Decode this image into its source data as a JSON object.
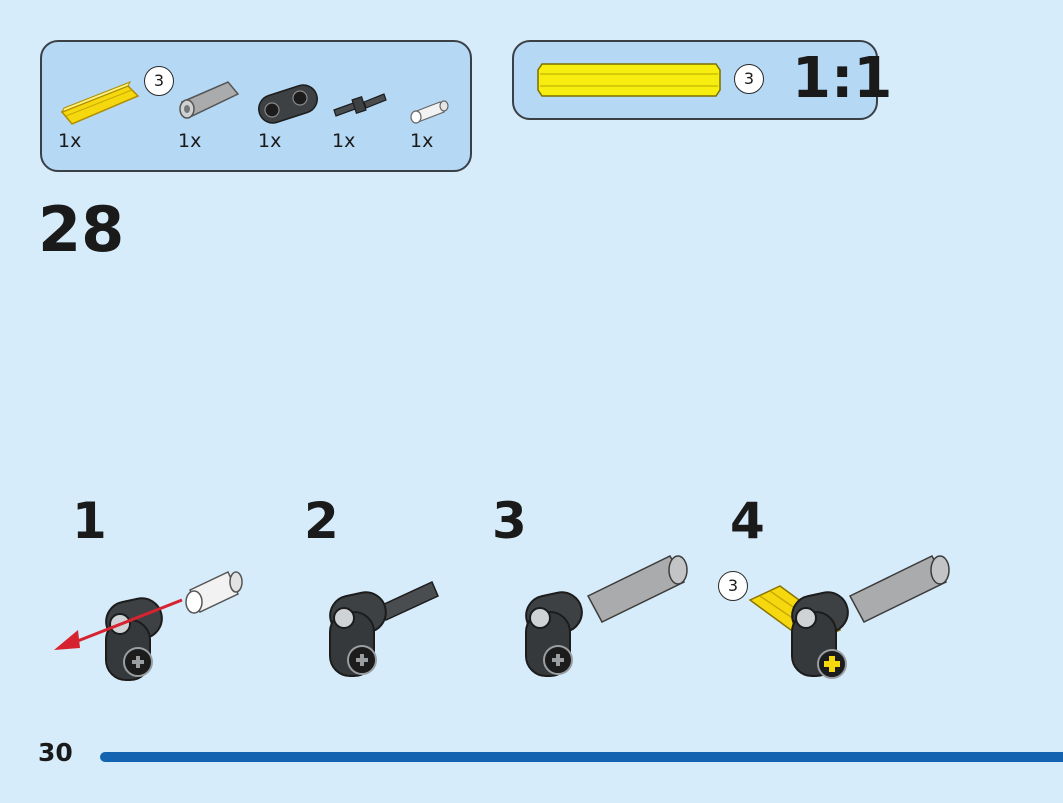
{
  "parts_list": {
    "axle_length_badge": "3",
    "items": [
      {
        "name": "yellow axle",
        "quantity": "1x",
        "color": "#f6d80f"
      },
      {
        "name": "light grey connector",
        "quantity": "1x",
        "color": "#a9abac"
      },
      {
        "name": "dark grey beam",
        "quantity": "1x",
        "color": "#3e4144"
      },
      {
        "name": "dark grey axle pin",
        "quantity": "1x",
        "color": "#3e4144"
      },
      {
        "name": "white pin",
        "quantity": "1x",
        "color": "#f2f2f2"
      }
    ]
  },
  "scale_box": {
    "axle_length_badge": "3",
    "label": "1:1",
    "axle_color": "#f7ee0f"
  },
  "step": {
    "number": "28",
    "substeps": [
      {
        "number": "1"
      },
      {
        "number": "2"
      },
      {
        "number": "3"
      },
      {
        "number": "4",
        "axle_length_badge": "3"
      }
    ]
  },
  "footer": {
    "page_number": "30",
    "bar_color": "#1463b0"
  },
  "colors": {
    "background": "#d7ecfa",
    "panel": "#b5d8f5",
    "arrow": "#d6232f"
  }
}
